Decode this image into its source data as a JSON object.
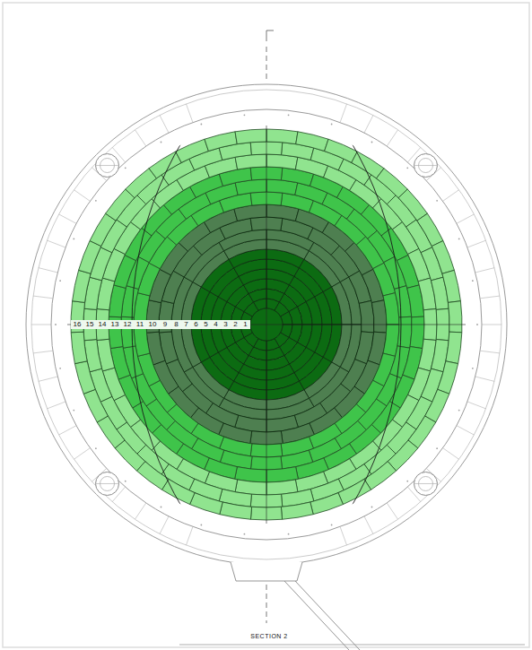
{
  "diagram": {
    "labels": [
      "16",
      "15",
      "14",
      "13",
      "12",
      "11",
      "10",
      "9",
      "8",
      "7",
      "6",
      "5",
      "4",
      "3",
      "2",
      "1",
      "SECTION 2"
    ]
  }
}
